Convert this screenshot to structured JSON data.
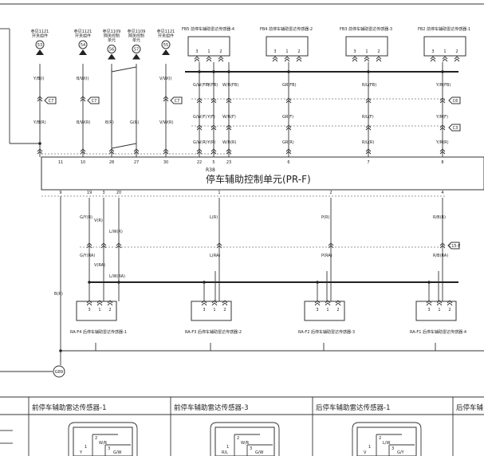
{
  "ecu": {
    "ref": "R38",
    "title": "停车辅助控制单元(PR-F)"
  },
  "ground": {
    "label": "G89"
  },
  "refs": [
    {
      "lines": [
        "参见1121",
        "开关组件"
      ],
      "num": "53"
    },
    {
      "lines": [
        "参见1121",
        "开关组件"
      ],
      "num": "54"
    },
    {
      "lines": [
        "参见1109",
        "网关控制",
        "单元"
      ],
      "num": "56"
    },
    {
      "lines": [
        "参见1109",
        "网关控制",
        "单元"
      ],
      "num": "57"
    },
    {
      "lines": [
        "参见1121",
        "开关组件"
      ],
      "num": "55"
    }
  ],
  "left_wires": [
    {
      "upper": "Y/B(I)",
      "connector": "C7",
      "lower": "Y/B(R)",
      "pin": "11"
    },
    {
      "upper": "B/W(I)",
      "connector": "C7",
      "lower": "B/W(R)",
      "pin": "10"
    },
    {
      "upper": "",
      "connector": "",
      "lower": "B(R)",
      "pin": "28"
    },
    {
      "upper": "",
      "connector": "",
      "lower": "G(R)",
      "pin": "27"
    },
    {
      "upper": "V/W(I)",
      "connector": "C7",
      "lower": "V/W(R)",
      "pin": "30"
    }
  ],
  "top_sensors": [
    {
      "label": "FB5 前停车辅助雷达传感器-4",
      "pins": [
        "3",
        "1",
        "2"
      ]
    },
    {
      "label": "FB4 前停车辅助雷达传感器-2",
      "pins": [
        "3",
        "1",
        "2"
      ]
    },
    {
      "label": "FB3 前停车辅助雷达传感器-3",
      "pins": [
        "3",
        "1",
        "2"
      ]
    },
    {
      "label": "FB2 前停车辅助雷达传感器-1",
      "pins": [
        "3",
        "1",
        "2"
      ]
    }
  ],
  "top_wires": {
    "fb5_left": [
      "G/W(FB)",
      "G/W(F)",
      "G/W(R)"
    ],
    "fb5_mid": [
      "Y(FB)",
      "Y(F)",
      "Y(R)"
    ],
    "fb5_right": [
      "W/R(FB)",
      "W/R(F)",
      "W/R(R)"
    ],
    "fb4": [
      "GR(FB)",
      "GR(F)",
      "GR(R)"
    ],
    "fb3": [
      "R/L(FB)",
      "R/L(F)",
      "R/L(R)"
    ],
    "fb2": [
      "Y/R(FB)",
      "Y/R(F)",
      "Y/R(R)"
    ]
  },
  "inline_connectors": {
    "top1": "C6",
    "top2": "C3",
    "bottom": "C15-F"
  },
  "ecu_top_pins": [
    "11",
    "10",
    "28",
    "27",
    "30",
    "22",
    "5",
    "23",
    "6",
    "7",
    "8"
  ],
  "ecu_bottom_pins": [
    "9",
    "19",
    "3",
    "20",
    "1",
    "2",
    "4"
  ],
  "bottom_wires": {
    "a": [
      "G/Y(R)",
      "G/Y(RA)"
    ],
    "b": [
      "V(R)",
      "V(RA)"
    ],
    "c": [
      "L/W(R)",
      "L/W(RA)"
    ],
    "d": [
      "L(R)",
      "L(RA)"
    ],
    "e": [
      "P(R)",
      "P(RA)"
    ],
    "f": [
      "R/B(R)",
      "R/B(RA)"
    ],
    "g": [
      "B(R)"
    ]
  },
  "bottom_sensors": [
    {
      "label": "RA-F4 后停车辅助雷达传感器-1",
      "pins": [
        "3",
        "1",
        "2"
      ]
    },
    {
      "label": "RA-F3 后停车辅助雷达传感器-2",
      "pins": [
        "3",
        "1",
        "2"
      ]
    },
    {
      "label": "RA-F2 后停车辅助雷达传感器-3",
      "pins": [
        "3",
        "1",
        "2"
      ]
    },
    {
      "label": "RA-F1 后停车辅助雷达传感器-4",
      "pins": [
        "3",
        "1",
        "2"
      ]
    }
  ],
  "panels": [
    {
      "title": "前停车辅助雷达传感器-1",
      "pins": [
        "2",
        "1",
        "3"
      ],
      "wires": [
        "W/R",
        "Y",
        "G/W"
      ]
    },
    {
      "title": "前停车辅助雷达传感器-3",
      "pins": [
        "2",
        "1",
        "3"
      ],
      "wires": [
        "W/R",
        "R/L",
        "G/W"
      ]
    },
    {
      "title": "后停车辅助雷达传感器-1",
      "pins": [
        "2",
        "1",
        "3"
      ],
      "wires": [
        "L/W",
        "V",
        "G/Y"
      ]
    },
    {
      "title": "后停车辅"
    }
  ]
}
